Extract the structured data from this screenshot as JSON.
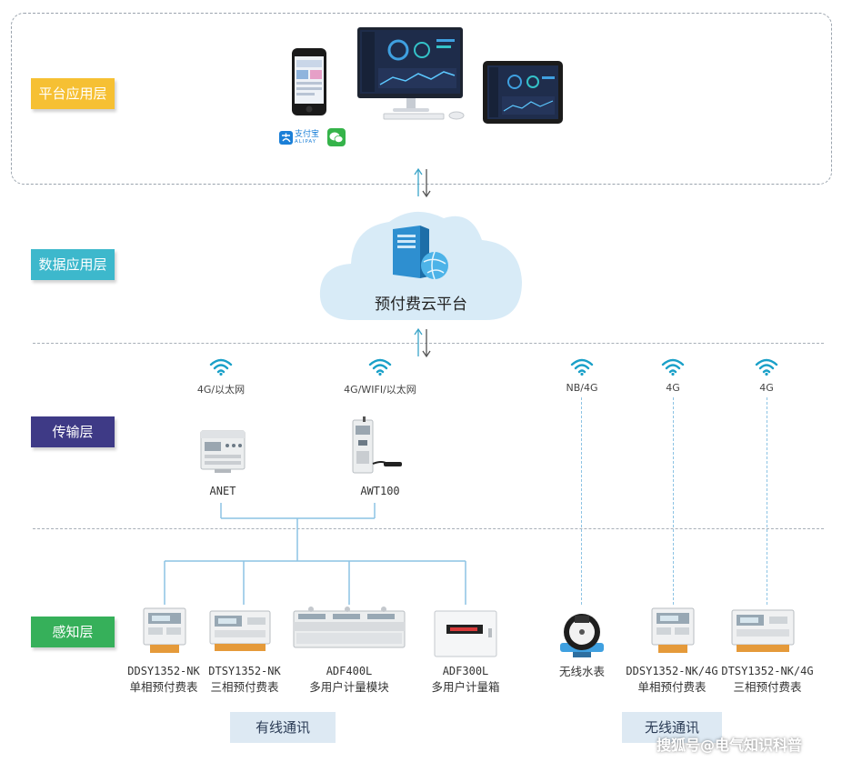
{
  "layers": {
    "app": "平台应用层",
    "data": "数据应用层",
    "transport": "传输层",
    "sensing": "感知层"
  },
  "colors": {
    "app": "#f6c033",
    "data": "#3db8cc",
    "transport": "#3e3a86",
    "sensing": "#36b05a",
    "line": "#8cc3e4",
    "cloud": "#d8ebf7"
  },
  "payment": {
    "alipay_cn": "支付宝",
    "alipay_en": "ALIPAY"
  },
  "cloud_platform": "预付费云平台",
  "network_labels": [
    "4G/以太网",
    "4G/WIFI/以太网",
    "NB/4G",
    "4G",
    "4G"
  ],
  "gateways": [
    {
      "name": "ANET"
    },
    {
      "name": "AWT100"
    }
  ],
  "devices": [
    {
      "model": "DDSY1352-NK",
      "desc": "单相预付费表"
    },
    {
      "model": "DTSY1352-NK",
      "desc": "三相预付费表"
    },
    {
      "model": "ADF400L",
      "desc": "多用户计量模块"
    },
    {
      "model": "ADF300L",
      "desc": "多用户计量箱"
    },
    {
      "model": "",
      "desc": "无线水表"
    },
    {
      "model": "DDSY1352-NK/4G",
      "desc": "单相预付费表"
    },
    {
      "model": "DTSY1352-NK/4G",
      "desc": "三相预付费表"
    }
  ],
  "comm": {
    "wired": "有线通讯",
    "wireless": "无线通讯"
  },
  "watermark": "搜狐号@电气知识科普"
}
